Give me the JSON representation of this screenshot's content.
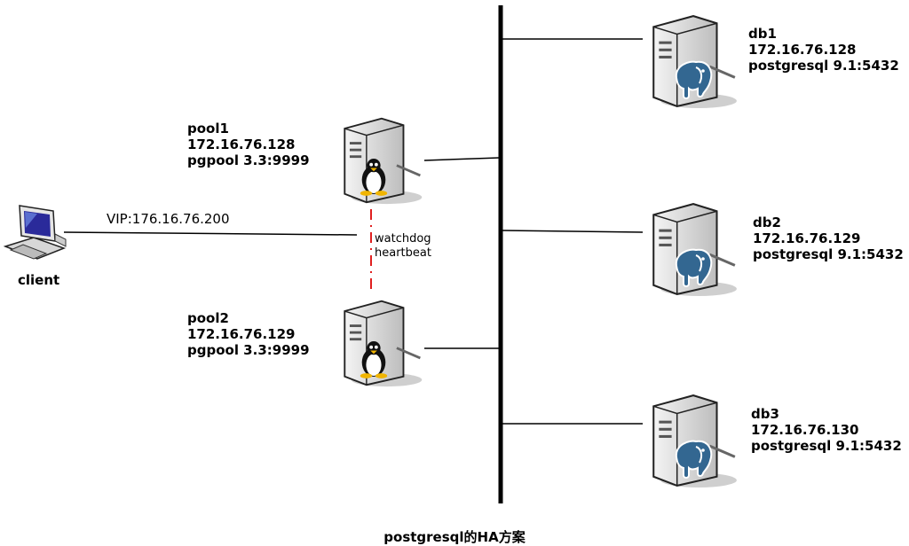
{
  "client": {
    "label": "client",
    "icon": "workstation-icon"
  },
  "vip": {
    "label": "VIP:176.16.76.200"
  },
  "pool1": {
    "name": "pool1",
    "ip": "172.16.76.128",
    "service": "pgpool 3.3:9999",
    "icon": "linux-server-icon"
  },
  "pool2": {
    "name": "pool2",
    "ip": "172.16.76.129",
    "service": "pgpool 3.3:9999",
    "icon": "linux-server-icon"
  },
  "watchdog": {
    "line1": "watchdog",
    "line2": "heartbeat",
    "color": "#e02020"
  },
  "db1": {
    "name": "db1",
    "ip": "172.16.76.128",
    "service": "postgresql 9.1:5432",
    "icon": "postgresql-server-icon"
  },
  "db2": {
    "name": "db2",
    "ip": "172.16.76.129",
    "service": "postgresql 9.1:5432",
    "icon": "postgresql-server-icon"
  },
  "db3": {
    "name": "db3",
    "ip": "172.16.76.130",
    "service": "postgresql 9.1:5432",
    "icon": "postgresql-server-icon"
  },
  "caption": "postgresql的HA方案",
  "colors": {
    "line": "#000000",
    "elephant": "#336791",
    "tower": "#d9d9d9"
  }
}
